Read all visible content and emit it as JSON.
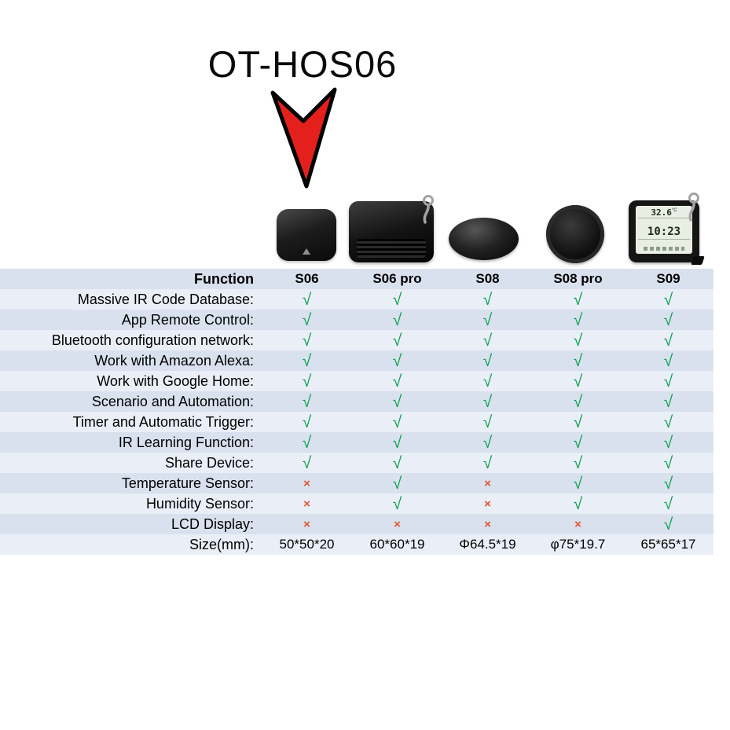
{
  "header": {
    "title": "OT-HOS06"
  },
  "devices": {
    "s09_lcd": {
      "temp": "32.6",
      "temp_unit": "°C",
      "time": "10:23"
    }
  },
  "symbols": {
    "check": "√",
    "cross": "×"
  },
  "colors": {
    "check": "#0ba04e",
    "cross": "#e4512e",
    "arrow": "#e3201b",
    "row_dark": "#d9e1ee",
    "row_light": "#eaeef7"
  },
  "table": {
    "header_label": "Function",
    "columns": [
      "S06",
      "S06 pro",
      "S08",
      "S08 pro",
      "S09"
    ],
    "rows": [
      {
        "label": "Massive IR Code Database:",
        "values": [
          "check",
          "check",
          "check",
          "check",
          "check"
        ]
      },
      {
        "label": "App Remote Control:",
        "values": [
          "check",
          "check",
          "check",
          "check",
          "check"
        ]
      },
      {
        "label": "Bluetooth configuration network:",
        "values": [
          "check",
          "check",
          "check",
          "check",
          "check"
        ]
      },
      {
        "label": "Work with Amazon Alexa:",
        "values": [
          "check",
          "check",
          "check",
          "check",
          "check"
        ]
      },
      {
        "label": "Work with Google Home:",
        "values": [
          "check",
          "check",
          "check",
          "check",
          "check"
        ]
      },
      {
        "label": "Scenario and Automation:",
        "values": [
          "check",
          "check",
          "check",
          "check",
          "check"
        ]
      },
      {
        "label": "Timer and Automatic Trigger:",
        "values": [
          "check",
          "check",
          "check",
          "check",
          "check"
        ]
      },
      {
        "label": "IR Learning Function:",
        "values": [
          "check",
          "check",
          "check",
          "check",
          "check"
        ]
      },
      {
        "label": "Share Device:",
        "values": [
          "check",
          "check",
          "check",
          "check",
          "check"
        ]
      },
      {
        "label": "Temperature Sensor:",
        "values": [
          "cross",
          "check",
          "cross",
          "check",
          "check"
        ]
      },
      {
        "label": "Humidity Sensor:",
        "values": [
          "cross",
          "check",
          "cross",
          "check",
          "check"
        ]
      },
      {
        "label": "LCD Display:",
        "values": [
          "cross",
          "cross",
          "cross",
          "cross",
          "check"
        ]
      },
      {
        "label": "Size(mm):",
        "values": [
          "50*50*20",
          "60*60*19",
          "Φ64.5*19",
          "φ75*19.7",
          "65*65*17"
        ]
      }
    ]
  },
  "chart_data": {
    "type": "table",
    "title": "OT-HOS06",
    "columns": [
      "Function",
      "S06",
      "S06 pro",
      "S08",
      "S08 pro",
      "S09"
    ],
    "rows": [
      [
        "Massive IR Code Database:",
        "√",
        "√",
        "√",
        "√",
        "√"
      ],
      [
        "App Remote Control:",
        "√",
        "√",
        "√",
        "√",
        "√"
      ],
      [
        "Bluetooth configuration network:",
        "√",
        "√",
        "√",
        "√",
        "√"
      ],
      [
        "Work with Amazon Alexa:",
        "√",
        "√",
        "√",
        "√",
        "√"
      ],
      [
        "Work with Google Home:",
        "√",
        "√",
        "√",
        "√",
        "√"
      ],
      [
        "Scenario and Automation:",
        "√",
        "√",
        "√",
        "√",
        "√"
      ],
      [
        "Timer and Automatic Trigger:",
        "√",
        "√",
        "√",
        "√",
        "√"
      ],
      [
        "IR Learning Function:",
        "√",
        "√",
        "√",
        "√",
        "√"
      ],
      [
        "Share Device:",
        "√",
        "√",
        "√",
        "√",
        "√"
      ],
      [
        "Temperature Sensor:",
        "×",
        "√",
        "×",
        "√",
        "√"
      ],
      [
        "Humidity Sensor:",
        "×",
        "√",
        "×",
        "√",
        "√"
      ],
      [
        "LCD Display:",
        "×",
        "×",
        "×",
        "×",
        "√"
      ],
      [
        "Size(mm):",
        "50*50*20",
        "60*60*19",
        "Φ64.5*19",
        "φ75*19.7",
        "65*65*17"
      ]
    ]
  }
}
